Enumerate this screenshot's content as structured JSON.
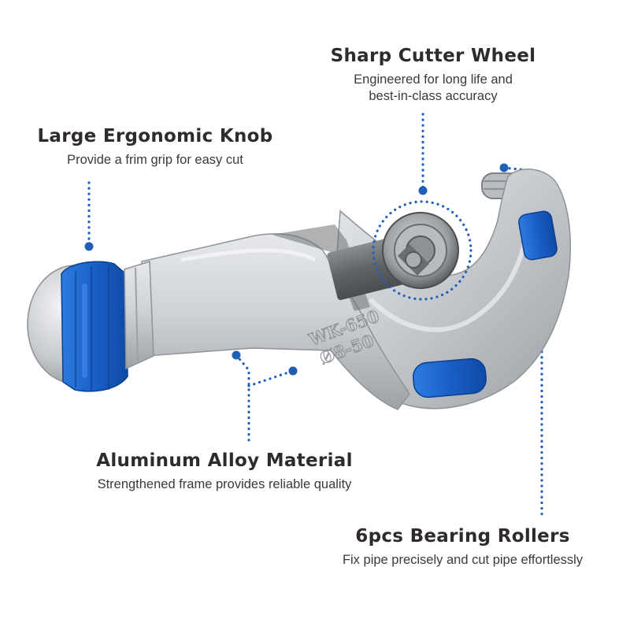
{
  "callouts": {
    "cutter_wheel": {
      "title": "Sharp Cutter Wheel",
      "desc_line1": "Engineered for long life and",
      "desc_line2": "best-in-class accuracy"
    },
    "knob": {
      "title": "Large Ergonomic Knob",
      "desc": "Provide a frim grip for easy cut"
    },
    "alloy": {
      "title": "Aluminum Alloy Material",
      "desc": "Strengthened frame provides reliable quality"
    },
    "rollers": {
      "title": "6pcs Bearing Rollers",
      "desc": "Fix pipe precisely and cut pipe effortlessly"
    }
  },
  "product_marking": {
    "model": "WK-650",
    "range": "Ø8-50"
  },
  "colors": {
    "accent_blue": "#1f66c9",
    "body_silver": "#c9ccd0",
    "title_text": "#2f2b2b",
    "leader_dots": "#1f5fb5"
  }
}
